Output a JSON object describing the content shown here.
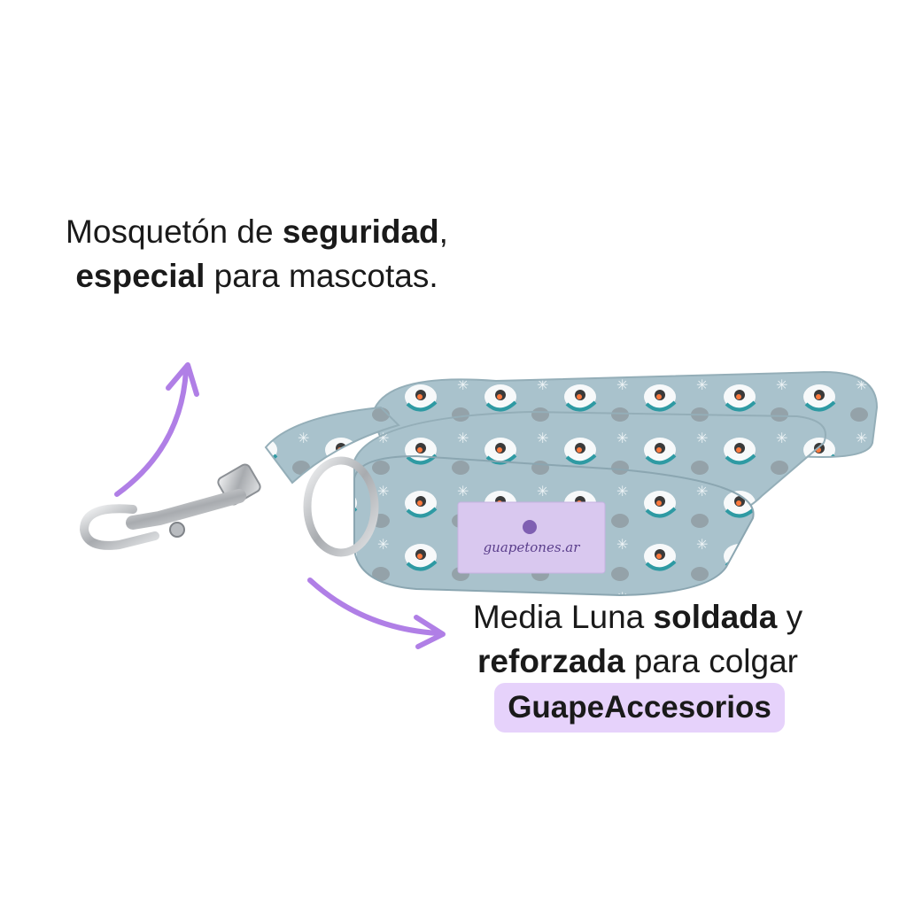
{
  "captions": {
    "clasp": {
      "line1_prefix": "Mosquetón de ",
      "line1_bold": "seguridad",
      "line1_suffix": ",",
      "line2_bold": "especial",
      "line2_suffix": " para mascotas."
    },
    "ring": {
      "line1_prefix": "Media Luna ",
      "line1_bold": "soldada",
      "line1_suffix": " y",
      "line2_bold": "reforzada",
      "line2_suffix": " para colgar"
    }
  },
  "badge": {
    "text": "GuapeAccesorios",
    "color": "#e6d2fb"
  },
  "leash_label": {
    "text": "guapetones.ar",
    "color": "#d9c8ef"
  },
  "colors": {
    "arrow": "#b07fe6",
    "fabric": "#a9c2cc",
    "metal": "#c7c9cc",
    "text": "#1a1a1a"
  },
  "icons": [
    "curved-arrow-up-icon",
    "curved-arrow-right-icon",
    "brand-logo-icon"
  ]
}
